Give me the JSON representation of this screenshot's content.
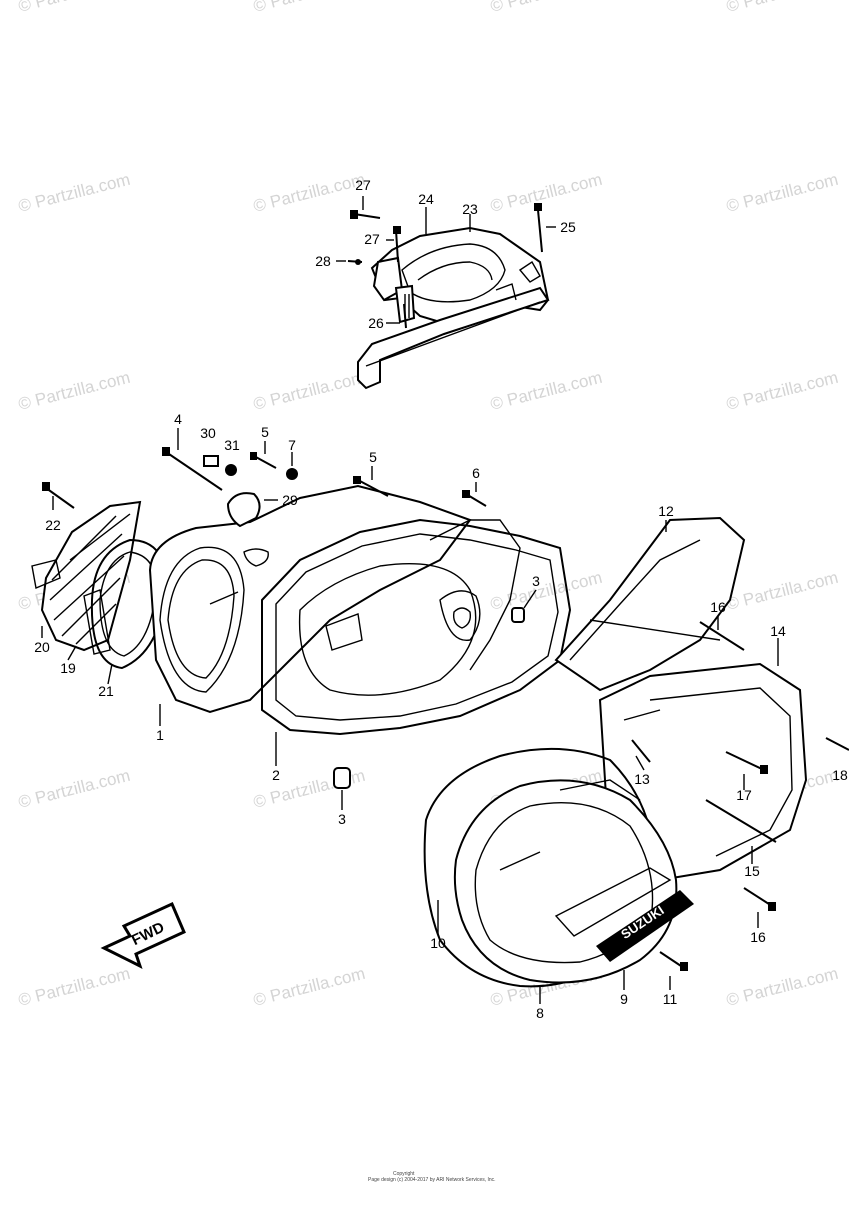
{
  "watermark": {
    "text": "© Partzilla.com"
  },
  "fwd_label": "FWD",
  "brand_badge": "SUZUKI",
  "part_labels": [
    {
      "id": "l1",
      "text": "1"
    },
    {
      "id": "l2",
      "text": "2"
    },
    {
      "id": "l3a",
      "text": "3"
    },
    {
      "id": "l3b",
      "text": "3"
    },
    {
      "id": "l4",
      "text": "4"
    },
    {
      "id": "l5a",
      "text": "5"
    },
    {
      "id": "l5b",
      "text": "5"
    },
    {
      "id": "l6",
      "text": "6"
    },
    {
      "id": "l7",
      "text": "7"
    },
    {
      "id": "l8",
      "text": "8"
    },
    {
      "id": "l9",
      "text": "9"
    },
    {
      "id": "l10",
      "text": "10"
    },
    {
      "id": "l11",
      "text": "11"
    },
    {
      "id": "l12",
      "text": "12"
    },
    {
      "id": "l13",
      "text": "13"
    },
    {
      "id": "l14",
      "text": "14"
    },
    {
      "id": "l15",
      "text": "15"
    },
    {
      "id": "l16a",
      "text": "16"
    },
    {
      "id": "l16b",
      "text": "16"
    },
    {
      "id": "l17",
      "text": "17"
    },
    {
      "id": "l18",
      "text": "18"
    },
    {
      "id": "l19",
      "text": "19"
    },
    {
      "id": "l20",
      "text": "20"
    },
    {
      "id": "l21",
      "text": "21"
    },
    {
      "id": "l22",
      "text": "22"
    },
    {
      "id": "l23",
      "text": "23"
    },
    {
      "id": "l24",
      "text": "24"
    },
    {
      "id": "l25",
      "text": "25"
    },
    {
      "id": "l26",
      "text": "26"
    },
    {
      "id": "l27a",
      "text": "27"
    },
    {
      "id": "l27b",
      "text": "27"
    },
    {
      "id": "l28",
      "text": "28"
    },
    {
      "id": "l29",
      "text": "29"
    },
    {
      "id": "l30",
      "text": "30"
    },
    {
      "id": "l31",
      "text": "31"
    }
  ],
  "footer": {
    "line1": "Copyright",
    "line2": "Page design (c) 2004-2017 by ARI Network Services, Inc."
  }
}
